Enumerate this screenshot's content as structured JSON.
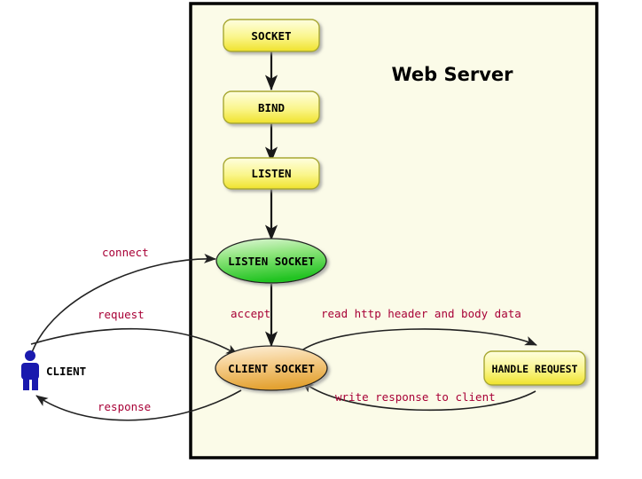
{
  "diagram": {
    "title": "Web Server",
    "container_label": "Web Server",
    "colors": {
      "container_background": "#FBFBE8",
      "container_border": "#000000",
      "box_fill_top": "#FEFECE",
      "box_fill_bottom": "#F0E22D",
      "box_border": "#A8A833",
      "listen_socket_fill_top": "#DFF5D5",
      "listen_socket_fill_bottom": "#32CD32",
      "client_socket_fill_top": "#FCEBCB",
      "client_socket_fill_bottom": "#E9A93A",
      "label_color": "#A80036",
      "actor_color": "#1A1AAE",
      "arrow_color": "#181818"
    },
    "nodes": [
      {
        "id": "socket",
        "label": "SOCKET",
        "shape": "rounded-box"
      },
      {
        "id": "bind",
        "label": "BIND",
        "shape": "rounded-box"
      },
      {
        "id": "listen",
        "label": "LISTEN",
        "shape": "rounded-box"
      },
      {
        "id": "listen_socket",
        "label": "LISTEN SOCKET",
        "shape": "ellipse"
      },
      {
        "id": "client_socket",
        "label": "CLIENT SOCKET",
        "shape": "ellipse"
      },
      {
        "id": "handle_request",
        "label": "HANDLE REQUEST",
        "shape": "rounded-box"
      }
    ],
    "actor": {
      "id": "client",
      "label": "CLIENT"
    },
    "edges": [
      {
        "id": "socket-to-bind",
        "from": "socket",
        "to": "bind",
        "label": ""
      },
      {
        "id": "bind-to-listen",
        "from": "bind",
        "to": "listen",
        "label": ""
      },
      {
        "id": "listen-to-listen-socket",
        "from": "listen",
        "to": "listen_socket",
        "label": ""
      },
      {
        "id": "client-to-listen-socket",
        "from": "client",
        "to": "listen_socket",
        "label": "connect"
      },
      {
        "id": "client-to-client-socket",
        "from": "client",
        "to": "client_socket",
        "label": "request"
      },
      {
        "id": "listen-socket-to-client-socket",
        "from": "listen_socket",
        "to": "client_socket",
        "label": "accept"
      },
      {
        "id": "client-socket-to-handle-request",
        "from": "client_socket",
        "to": "handle_request",
        "label": "read http header and body data"
      },
      {
        "id": "handle-request-to-client-socket",
        "from": "handle_request",
        "to": "client_socket",
        "label": "write response to client"
      },
      {
        "id": "client-socket-to-client",
        "from": "client_socket",
        "to": "client",
        "label": "response"
      }
    ]
  }
}
